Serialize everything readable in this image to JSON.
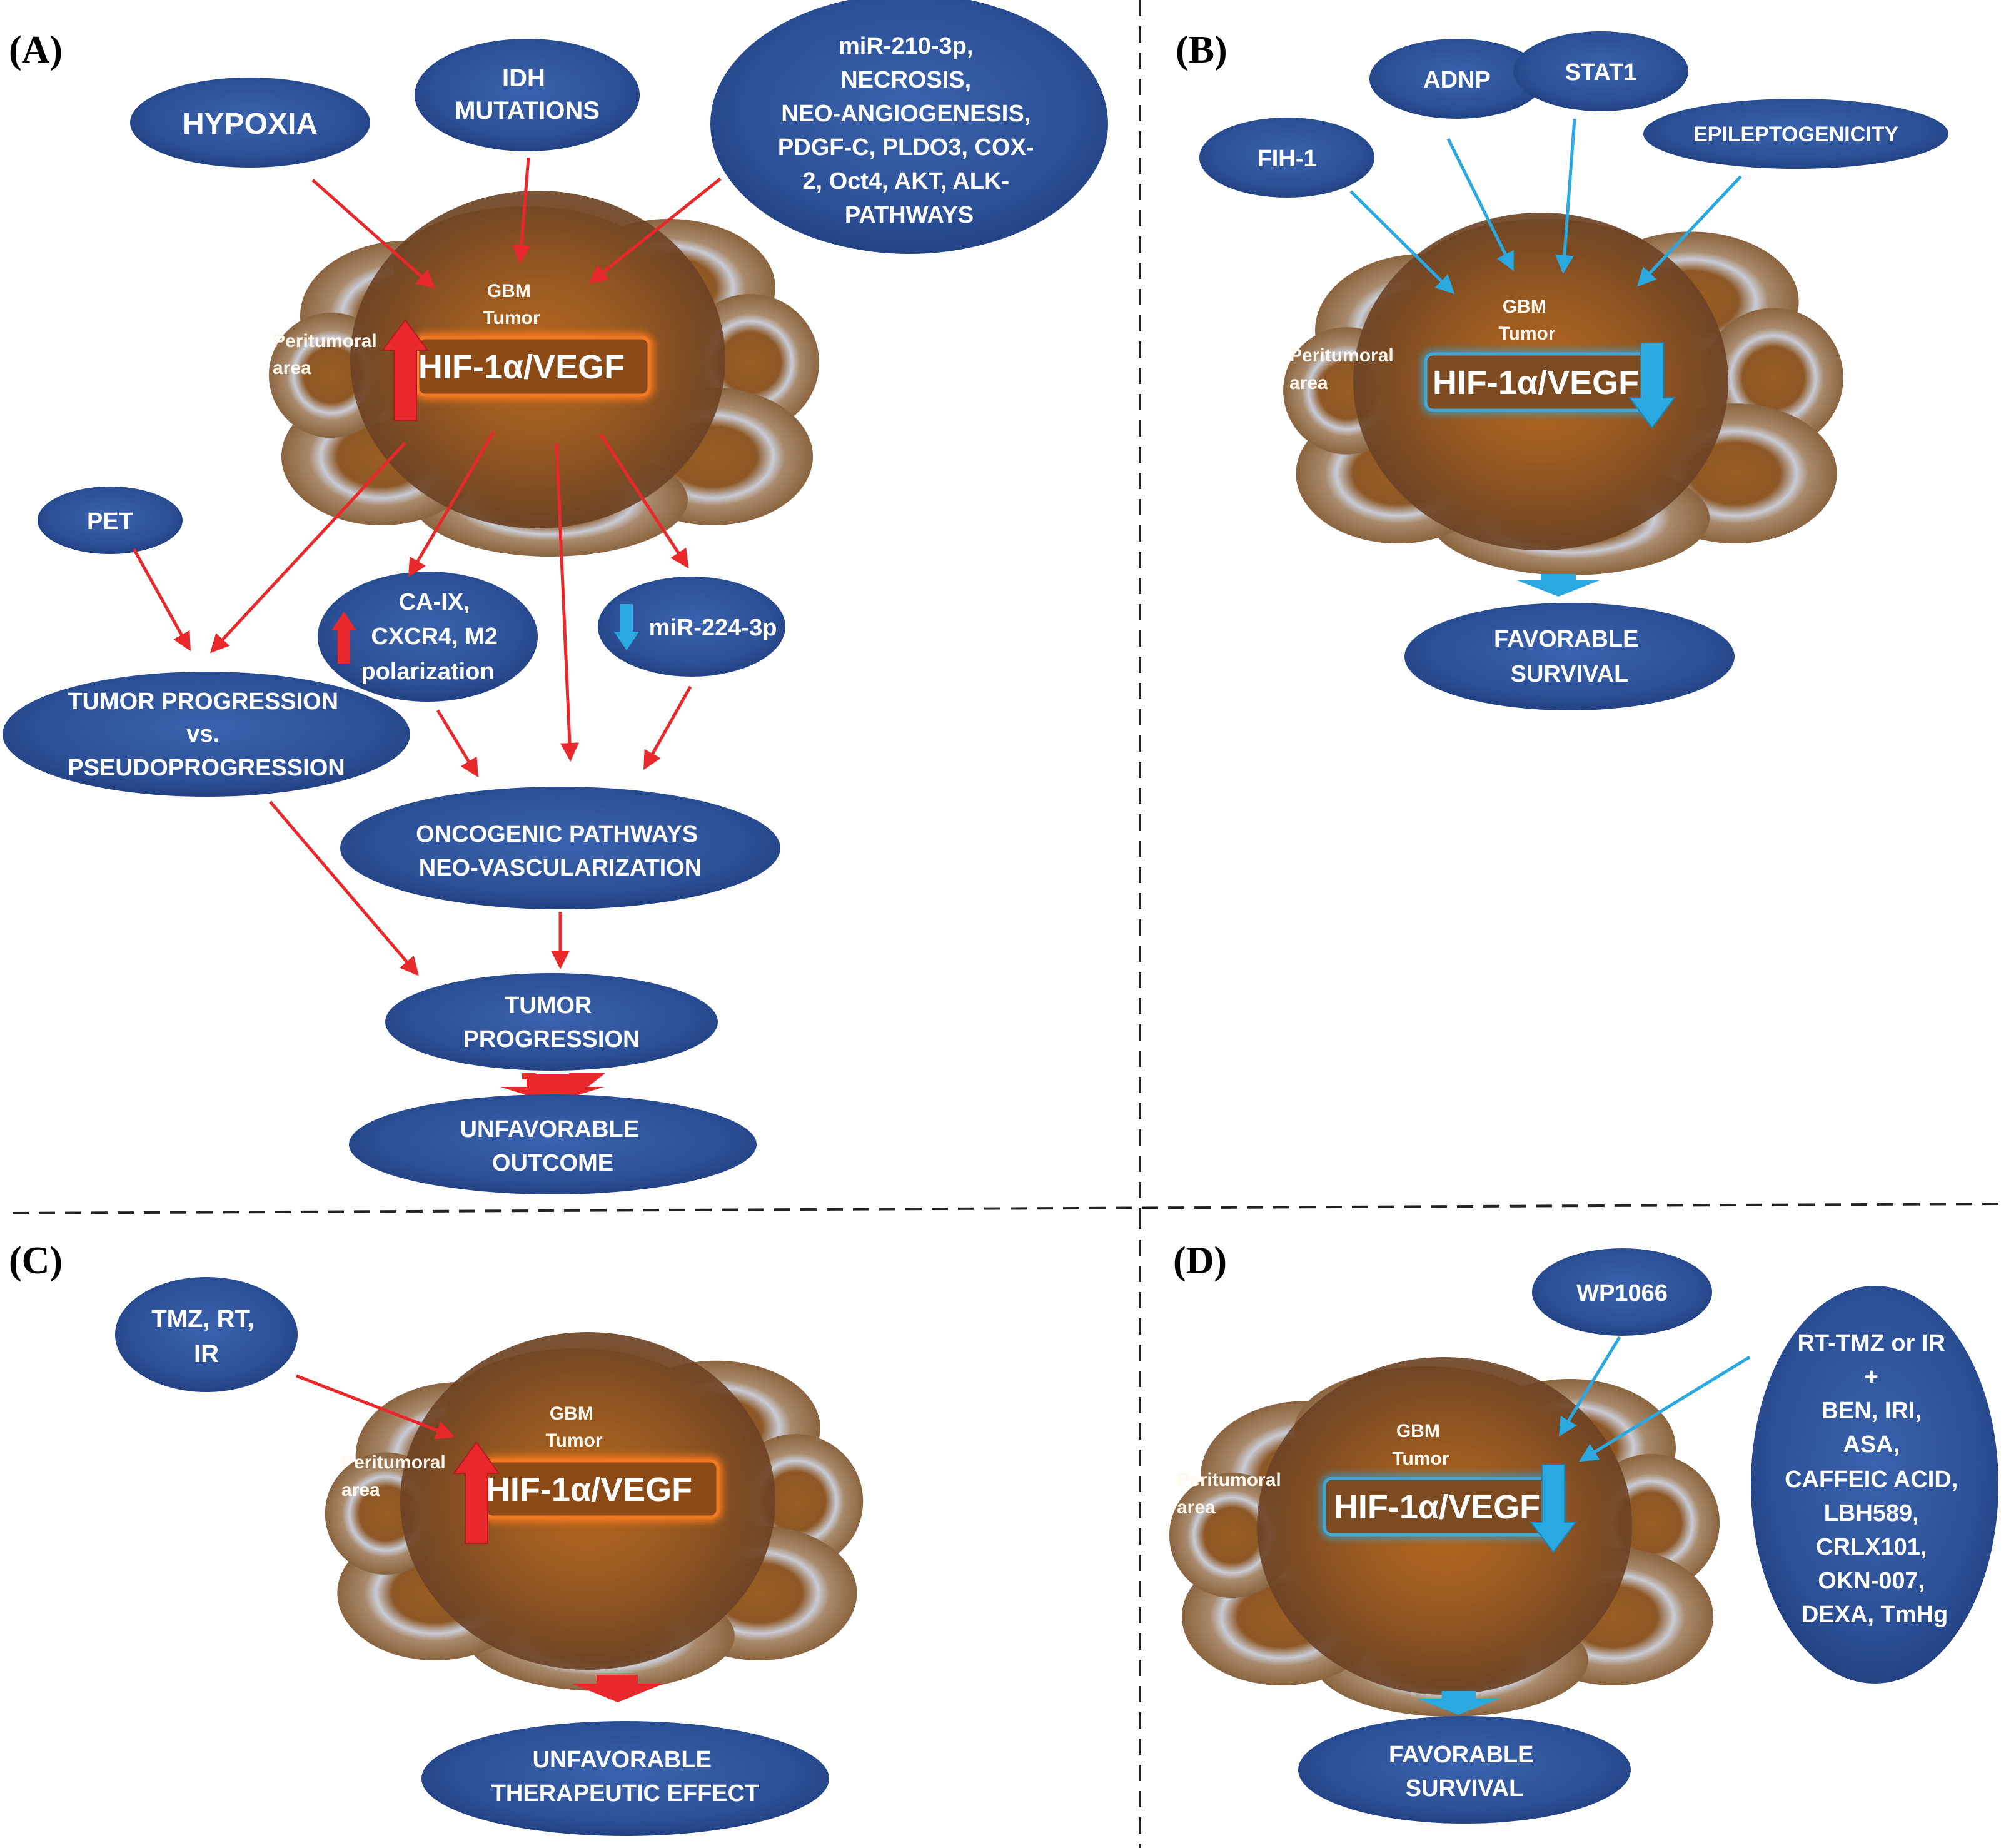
{
  "colors": {
    "node_fill": "#2c4f95",
    "node_edge": "#1c3a78",
    "red_arrow": "#e8282b",
    "blue_arrow": "#2aa8e0",
    "cloud_outer": "#8a5a2a",
    "cloud_light": "#b9c0cc",
    "core": "#a15a1c"
  },
  "panels": {
    "a": {
      "label": "(A)",
      "hypoxia": "HYPOXIA",
      "idh": [
        "IDH",
        "MUTATIONS"
      ],
      "mir210": [
        "miR-210-3p,",
        "NECROSIS,",
        "NEO-ANGIOGENESIS,",
        "PDGF-C, PLDO3, COX-",
        "2, Oct4, AKT, ALK-",
        "PATHWAYS"
      ],
      "gbm": [
        "GBM",
        "Tumor"
      ],
      "peritumoral": [
        "Peritumoral",
        "area"
      ],
      "hif": "HIF-1α/VEGF",
      "pet": "PET",
      "caix": [
        "CA-IX,",
        "CXCR4, M2",
        "polarization"
      ],
      "mir224": "miR-224-3p",
      "tumor_vs": [
        "TUMOR PROGRESSION",
        "vs.",
        "PSEUDOPROGRESSION"
      ],
      "oncogenic": [
        "ONCOGENIC PATHWAYS",
        "NEO-VASCULARIZATION"
      ],
      "tumor_prog": [
        "TUMOR",
        "PROGRESSION"
      ],
      "unfavorable": [
        "UNFAVORABLE",
        "OUTCOME"
      ]
    },
    "b": {
      "label": "(B)",
      "adnp": "ADNP",
      "stat1": "STAT1",
      "fih1": "FIH-1",
      "epilepto": "EPILEPTOGENICITY",
      "gbm": [
        "GBM",
        "Tumor"
      ],
      "peritumoral": [
        "Peritumoral",
        "area"
      ],
      "hif": "HIF-1α/VEGF",
      "favorable": [
        "FAVORABLE",
        "SURVIVAL"
      ]
    },
    "c": {
      "label": "(C)",
      "tmz": [
        "TMZ, RT,",
        "IR"
      ],
      "gbm": [
        "GBM",
        "Tumor"
      ],
      "peritumoral": [
        "Peritumoral",
        "area"
      ],
      "hif": "HIF-1α/VEGF",
      "unfavorable": [
        "UNFAVORABLE",
        "THERAPEUTIC EFFECT"
      ]
    },
    "d": {
      "label": "(D)",
      "wp1066": "WP1066",
      "rt_tmz": [
        "RT-TMZ or IR",
        "+",
        "BEN, IRI,",
        "ASA,",
        "CAFFEIC ACID,",
        "LBH589,",
        "CRLX101,",
        "OKN-007,",
        "DEXA, TmHg"
      ],
      "gbm": [
        "GBM",
        "Tumor"
      ],
      "peritumoral": [
        "Peritumoral",
        "area"
      ],
      "hif": "HIF-1α/VEGF",
      "favorable": [
        "FAVORABLE",
        "SURVIVAL"
      ]
    }
  }
}
